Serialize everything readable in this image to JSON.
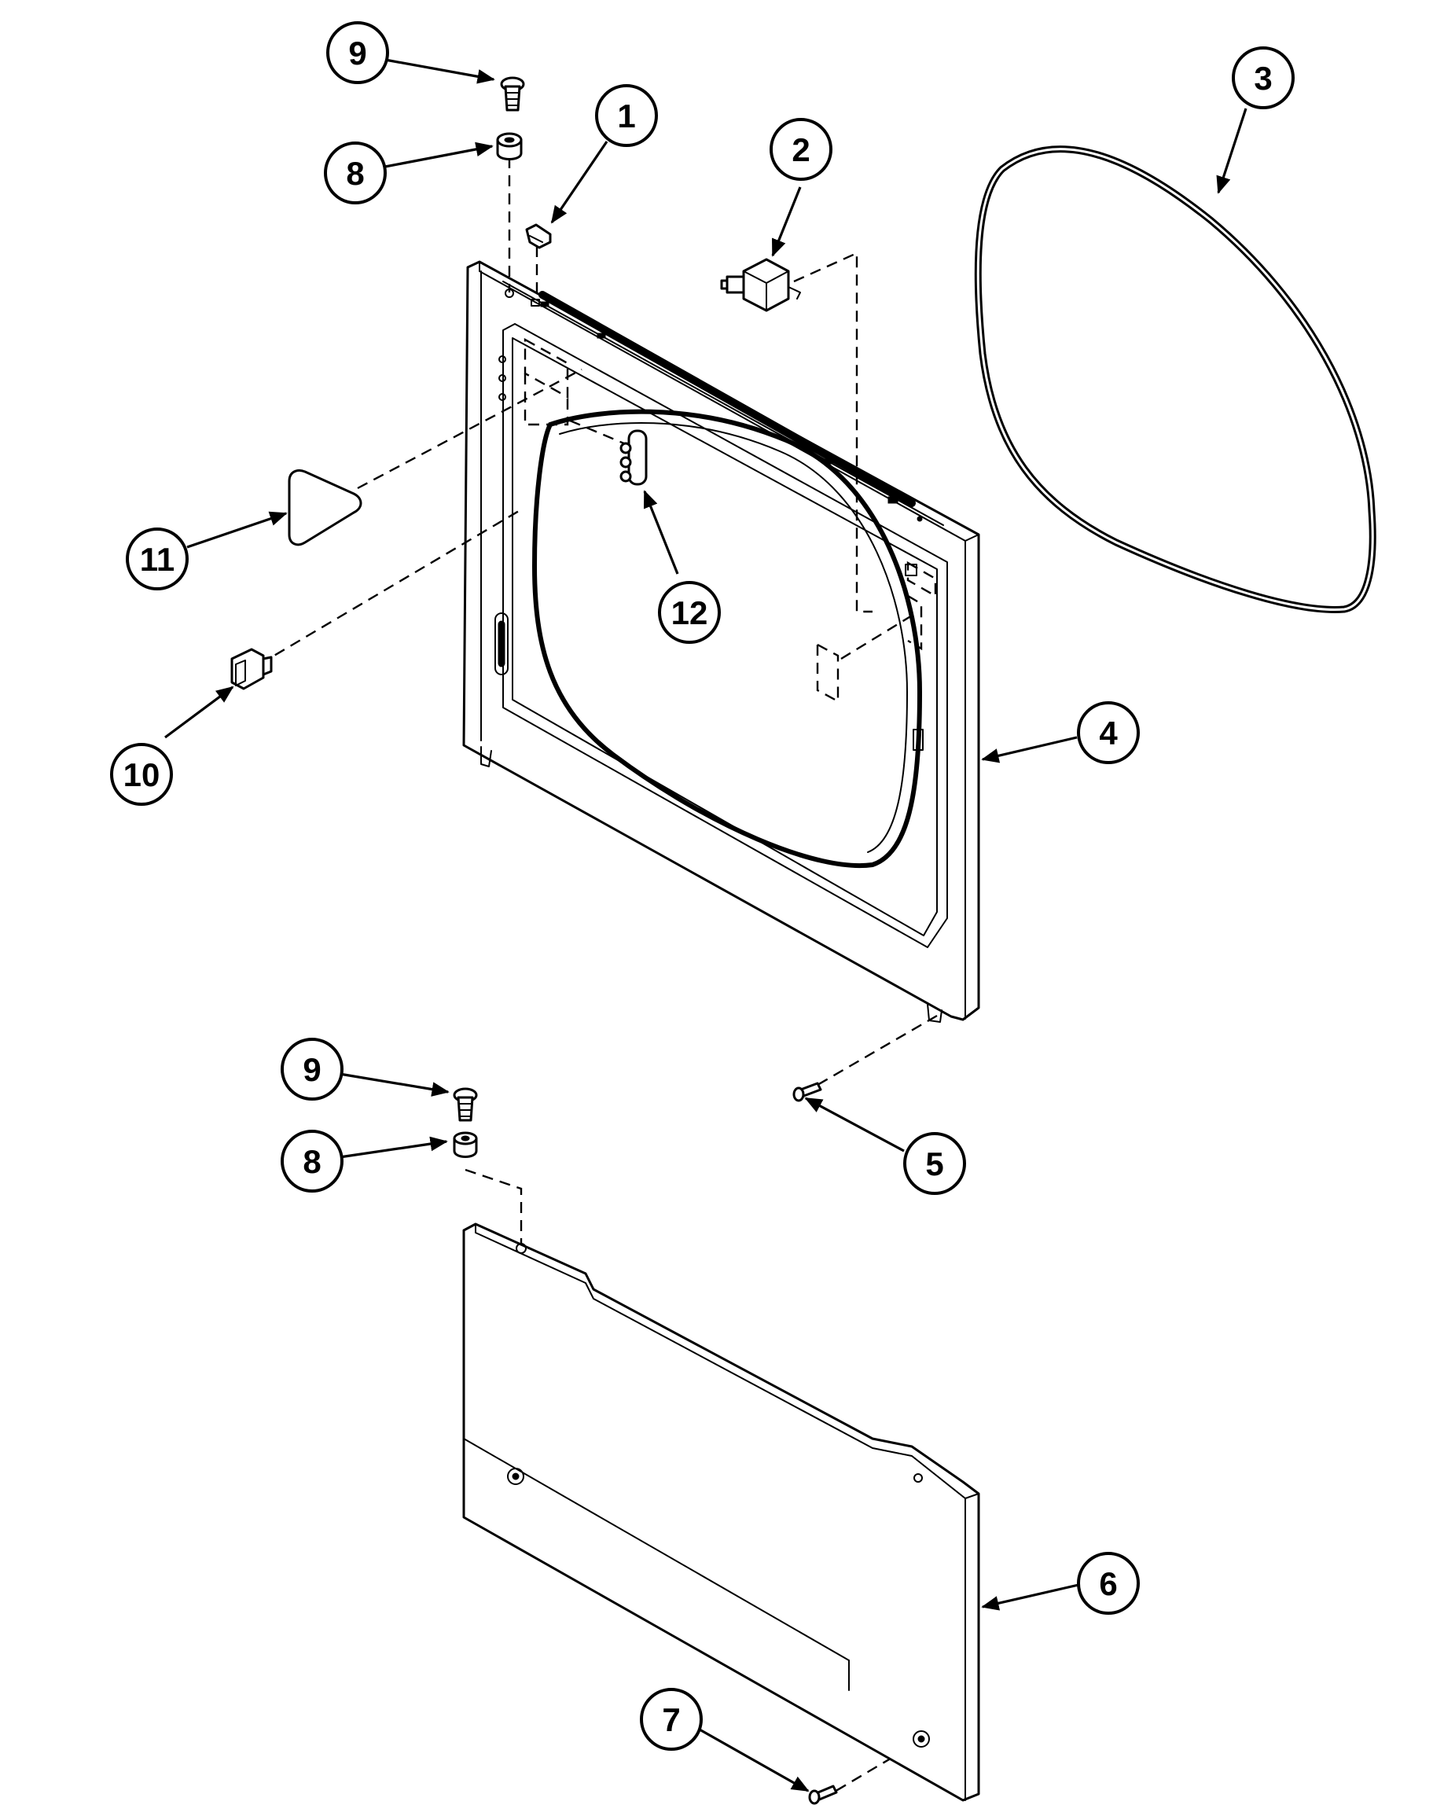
{
  "callouts": [
    {
      "id": "c9a",
      "label": "9"
    },
    {
      "id": "c8a",
      "label": "8"
    },
    {
      "id": "c1",
      "label": "1"
    },
    {
      "id": "c2",
      "label": "2"
    },
    {
      "id": "c3",
      "label": "3"
    },
    {
      "id": "c11",
      "label": "11"
    },
    {
      "id": "c12",
      "label": "12"
    },
    {
      "id": "c10",
      "label": "10"
    },
    {
      "id": "c4",
      "label": "4"
    },
    {
      "id": "c9b",
      "label": "9"
    },
    {
      "id": "c8b",
      "label": "8"
    },
    {
      "id": "c5",
      "label": "5"
    },
    {
      "id": "c6",
      "label": "6"
    },
    {
      "id": "c7",
      "label": "7"
    }
  ],
  "colors": {
    "line": "#000000",
    "background": "#ffffff"
  }
}
